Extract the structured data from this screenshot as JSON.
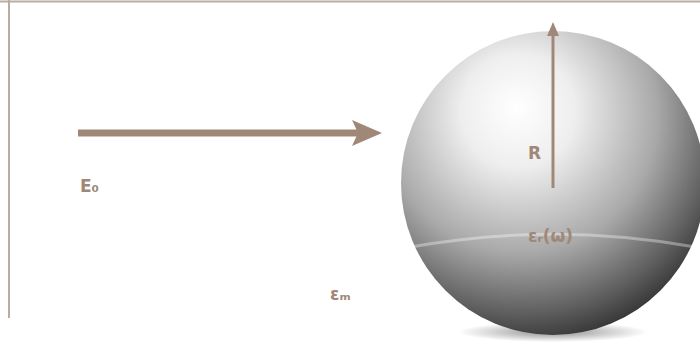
{
  "diagram": {
    "nodes": [
      {
        "text": [
          "R",
          "εᵣ(ω)"
        ]
      }
    ],
    "labels": [
      "E₀",
      "εₘ"
    ]
  }
}
